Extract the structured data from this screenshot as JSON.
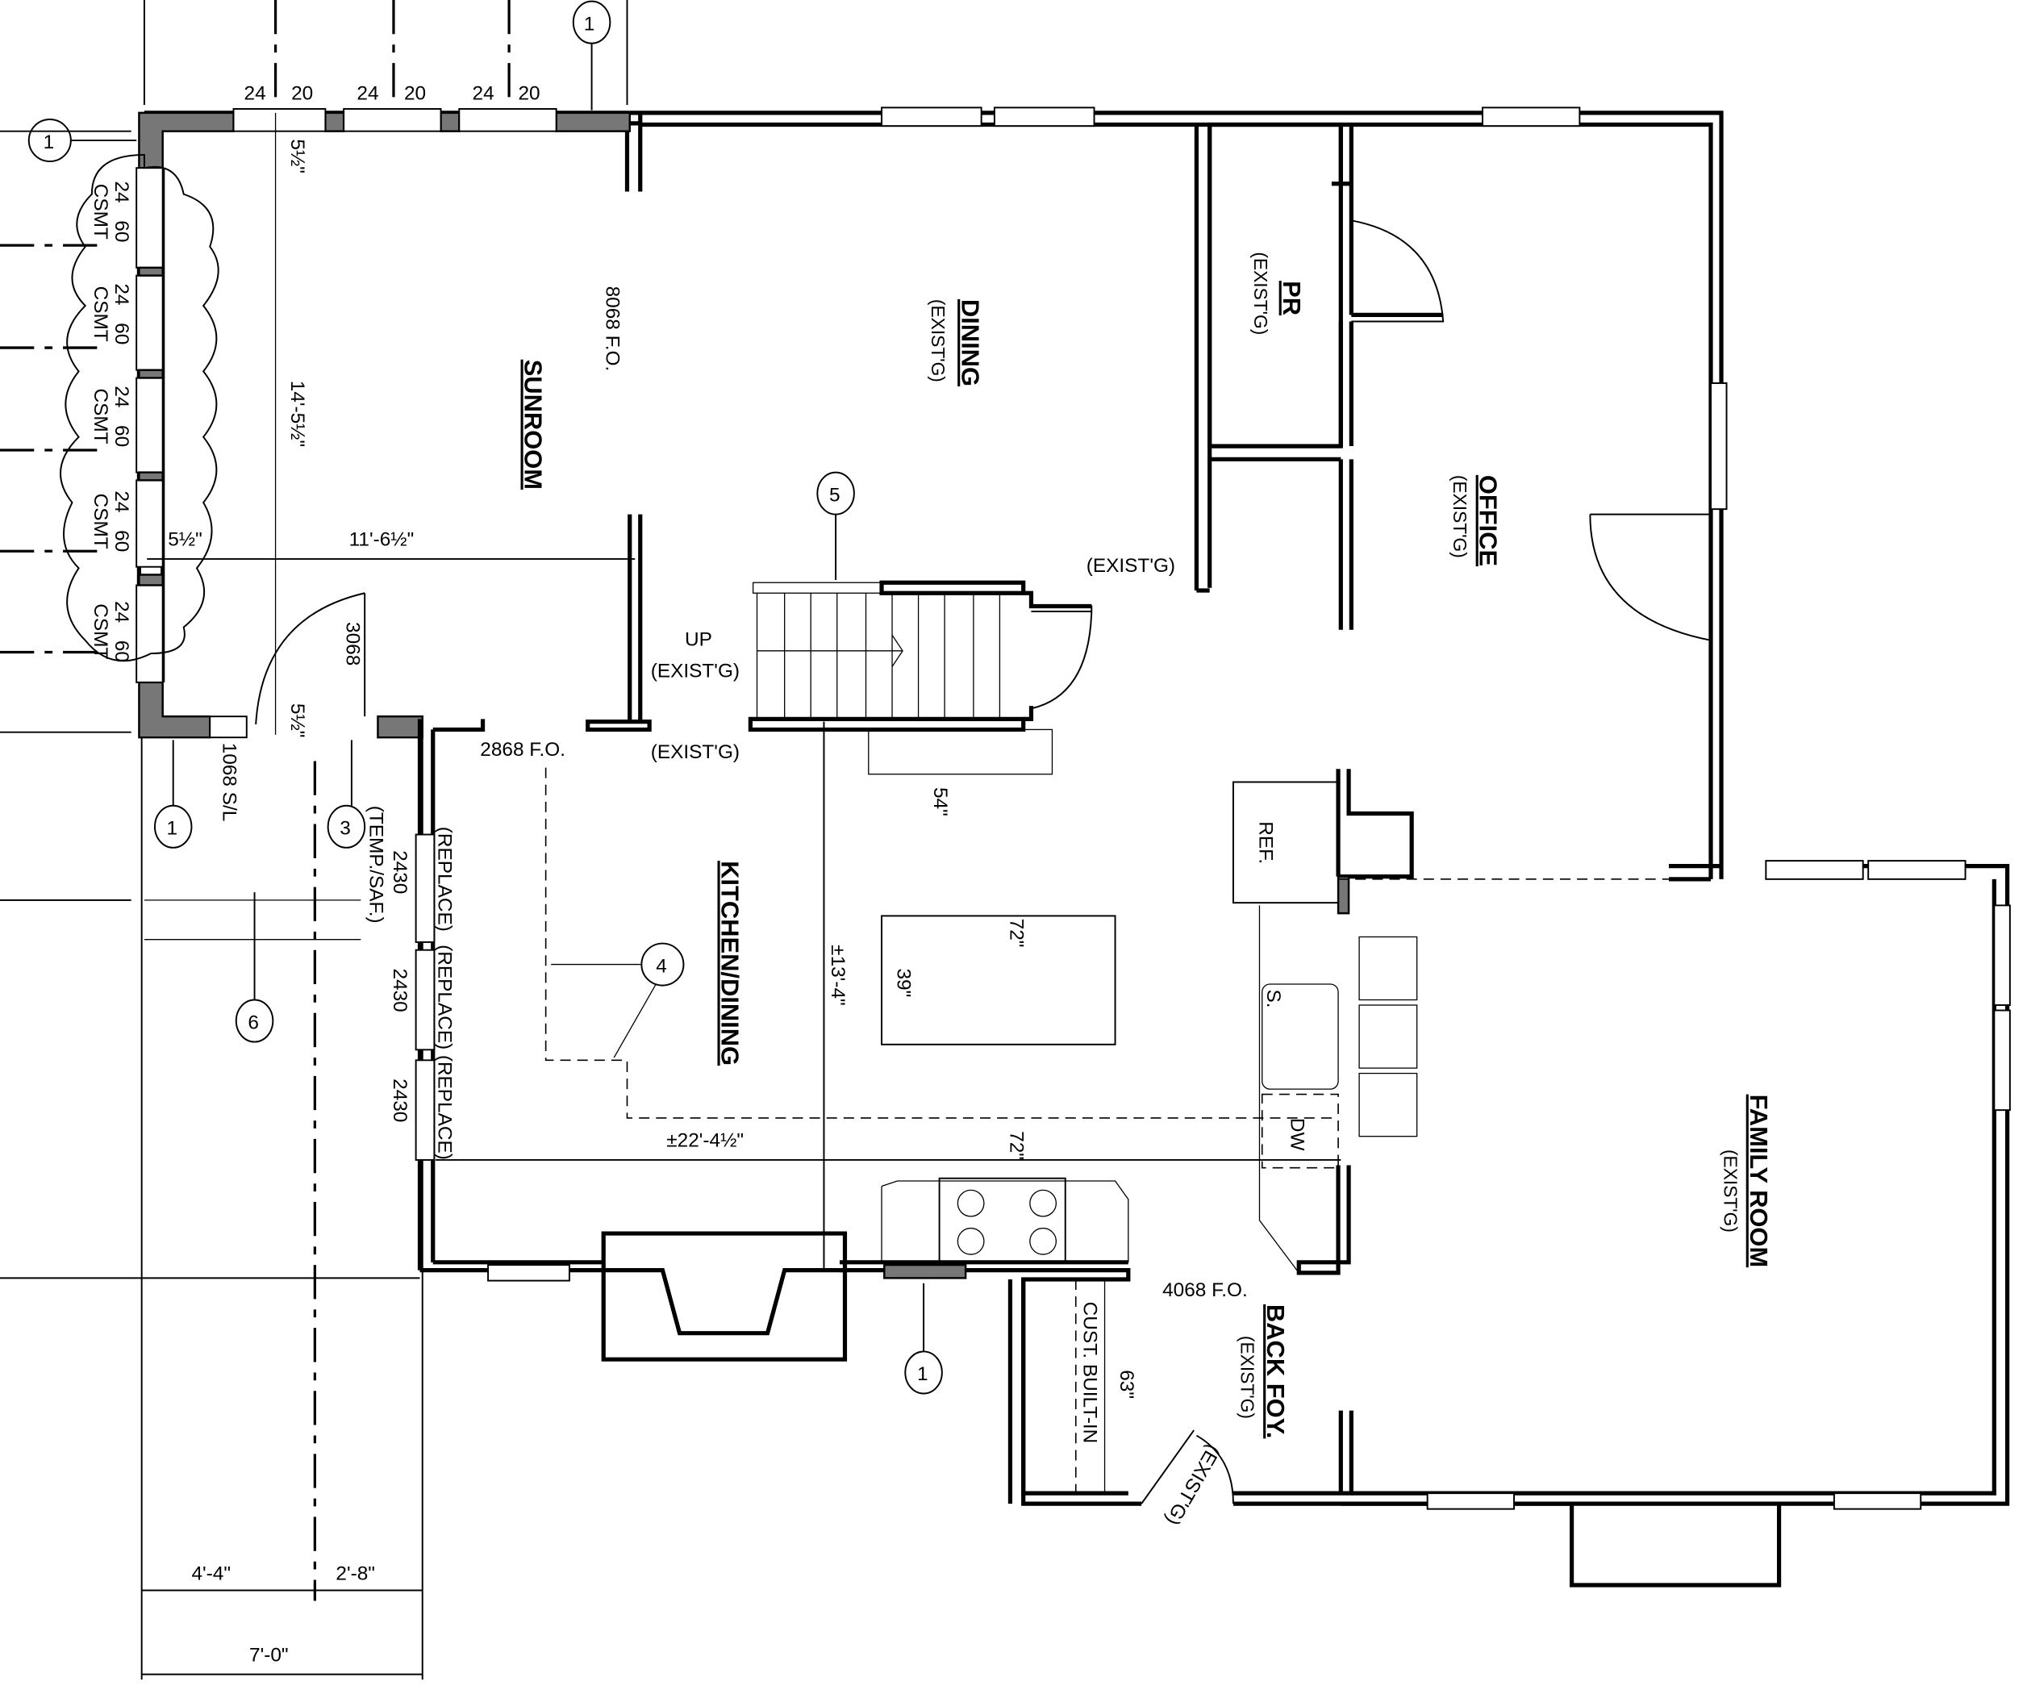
{
  "drawing": {
    "type": "architectural floor plan",
    "rooms": [
      {
        "id": "sunroom",
        "name": "SUNROOM",
        "status": ""
      },
      {
        "id": "dining",
        "name": "DINING",
        "status": "(EXIST'G)"
      },
      {
        "id": "pr",
        "name": "PR",
        "status": "(EXIST'G)"
      },
      {
        "id": "office",
        "name": "OFFICE",
        "status": "(EXIST'G)"
      },
      {
        "id": "kitchen",
        "name": "KITCHEN/DINING",
        "status": ""
      },
      {
        "id": "family",
        "name": "FAMILY ROOM",
        "status": "(EXIST'G)"
      },
      {
        "id": "backfoy",
        "name": "BACK FOY.",
        "status": "(EXIST'G)"
      }
    ],
    "windows_top": [
      {
        "w": "24",
        "h": "20"
      },
      {
        "w": "24",
        "h": "20"
      },
      {
        "w": "24",
        "h": "20"
      }
    ],
    "windows_left": [
      {
        "w": "24",
        "h": "60",
        "type": "CSMT"
      },
      {
        "w": "24",
        "h": "60",
        "type": "CSMT"
      },
      {
        "w": "24",
        "h": "60",
        "type": "CSMT"
      },
      {
        "w": "24",
        "h": "60",
        "type": "CSMT"
      },
      {
        "w": "24",
        "h": "60",
        "type": "CSMT"
      }
    ],
    "kitchen_windows": [
      {
        "size": "2430",
        "note": "(REPLACE)",
        "extra": "(TEMP./SAF.)"
      },
      {
        "size": "2430",
        "note": "(REPLACE)"
      },
      {
        "size": "2430",
        "note": "(REPLACE)"
      }
    ],
    "openings": {
      "sunroom_fo": "8068 F.O.",
      "kitchen_fo": "2868 F.O.",
      "backfoy_fo": "4068 F.O.",
      "sunroom_door": "3068",
      "sidelight": "1068 S/L"
    },
    "dimensions": {
      "sunroom_depth": "14'-5½\"",
      "sunroom_width": "11'-6½\"",
      "wall_thk_top": "5½\"",
      "wall_thk_left": "5½\"",
      "wall_thk_door": "5½\"",
      "stair_landing": "54\"",
      "island_len": "72\"",
      "island_wid": "39\"",
      "kitchen_height": "±13'-4\"",
      "kitchen_length": "±22'-4½\"",
      "counter_72": "72\"",
      "built_in": "63\"",
      "bottom_a": "4'-4\"",
      "bottom_b": "2'-8\"",
      "bottom_total": "7'-0\""
    },
    "labels": {
      "stair_up": "UP",
      "exist": "(EXIST'G)",
      "ref": "REF.",
      "sink": "S.",
      "dw": "DW",
      "builtin": "CUST. BUILT-IN"
    },
    "keynotes": [
      "1",
      "1",
      "1",
      "1",
      "3",
      "4",
      "5",
      "6"
    ]
  }
}
